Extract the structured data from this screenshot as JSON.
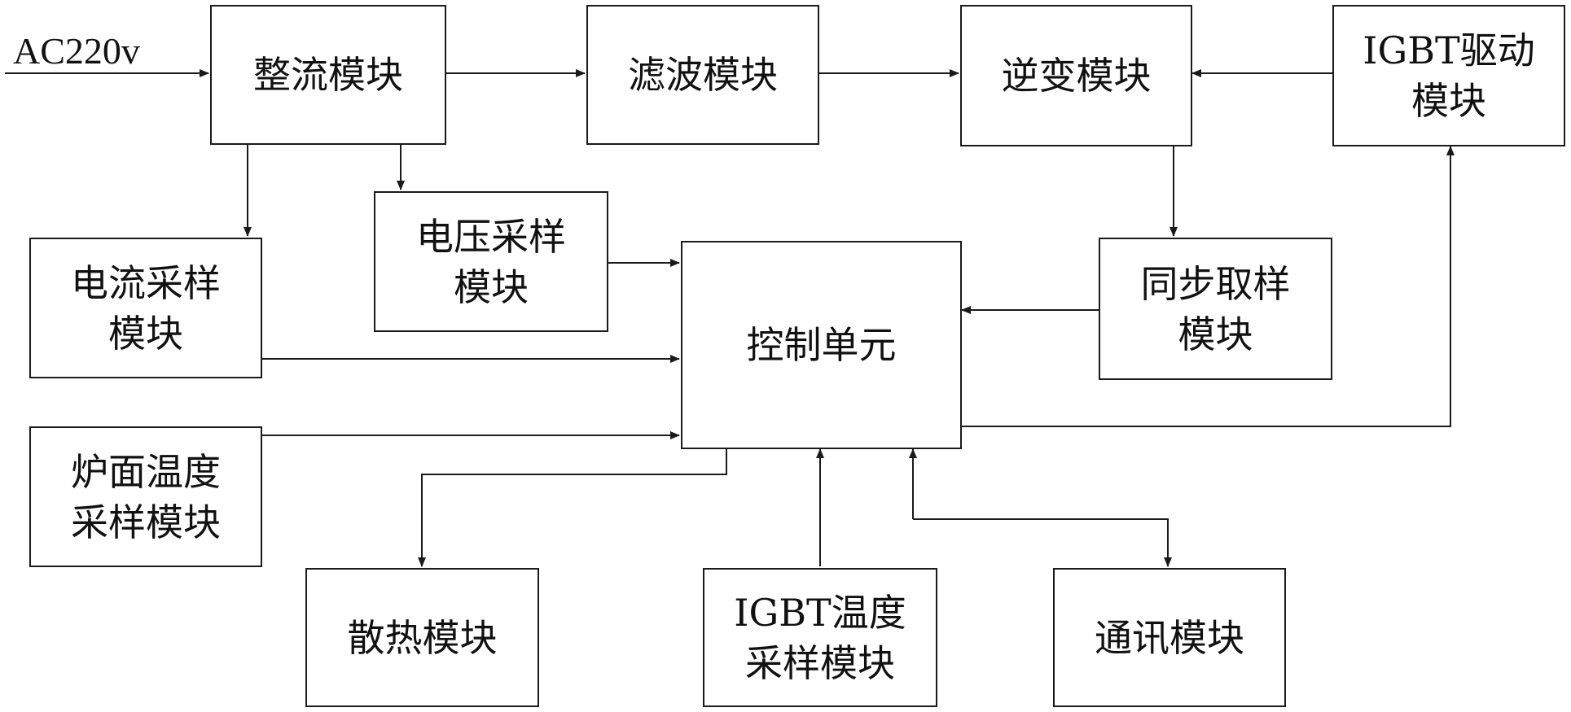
{
  "input": {
    "label": "AC220v"
  },
  "blocks": {
    "rectifier": {
      "label": "整流模块"
    },
    "filter": {
      "label": "滤波模块"
    },
    "inverter": {
      "label": "逆变模块"
    },
    "igbt_driver": {
      "label": "IGBT驱动\n模块"
    },
    "current_sampling": {
      "label": "电流采样\n模块"
    },
    "voltage_sampling": {
      "label": "电压采样\n模块"
    },
    "control_unit": {
      "label": "控制单元"
    },
    "sync_sampling": {
      "label": "同步取样\n模块"
    },
    "surface_temp": {
      "label": "炉面温度\n采样模块"
    },
    "heat_sink": {
      "label": "散热模块"
    },
    "igbt_temp": {
      "label": "IGBT温度\n采样模块"
    },
    "communication": {
      "label": "通讯模块"
    }
  },
  "colors": {
    "stroke": "#1a1a1a",
    "text": "#111111",
    "background": "#ffffff"
  }
}
